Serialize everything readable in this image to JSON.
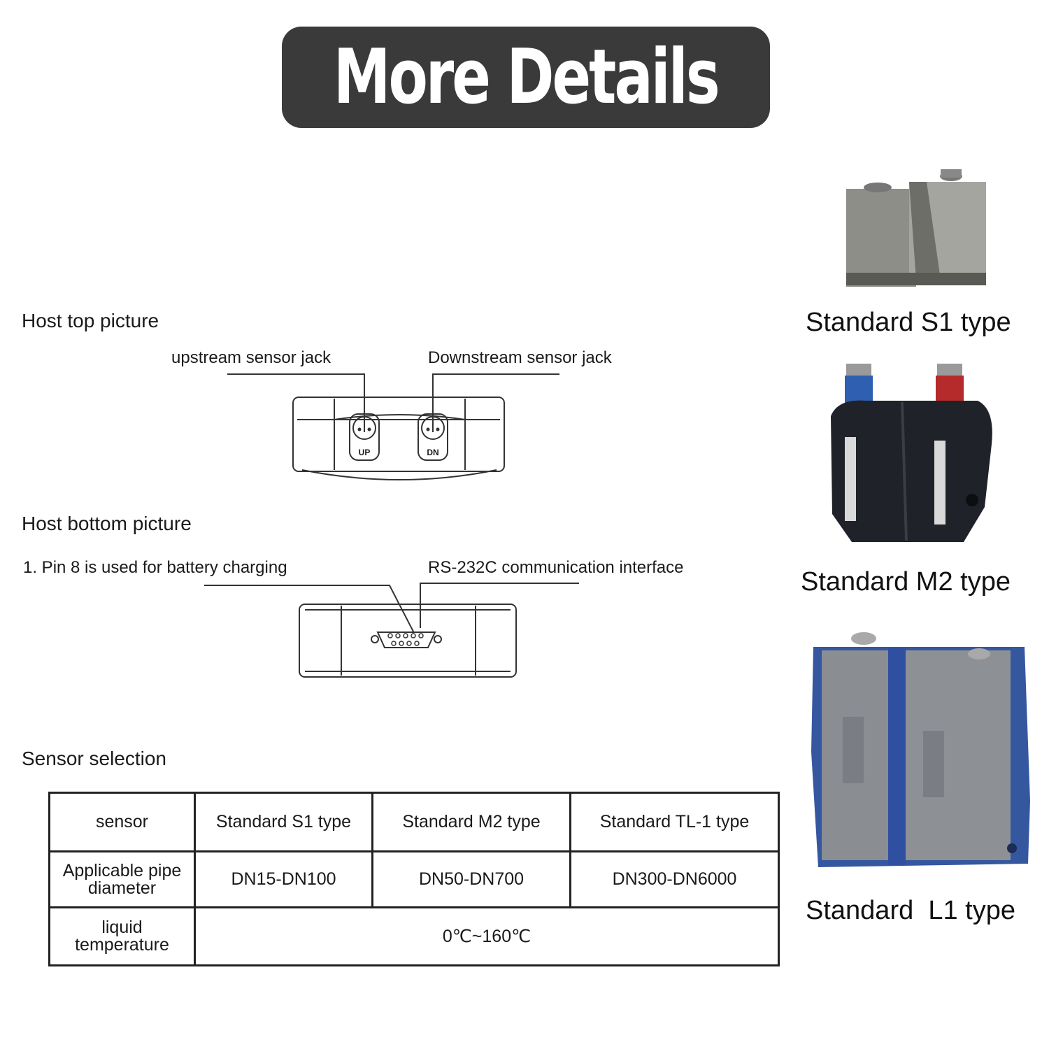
{
  "page": {
    "title": "More Details"
  },
  "host_top": {
    "heading": "Host top picture",
    "upstream_label": "upstream sensor jack",
    "downstream_label": "Downstream sensor jack",
    "up_port": "UP",
    "dn_port": "DN"
  },
  "host_bottom": {
    "heading": "Host bottom picture",
    "pin_label": "1. Pin 8 is used for battery charging",
    "rs232_label": "RS-232C communication interface"
  },
  "sensor_selection": {
    "heading": "Sensor selection",
    "table": {
      "header": [
        "sensor",
        "Standard S1 type",
        "Standard M2 type",
        "Standard TL-1 type"
      ],
      "rows": [
        {
          "label_lines": [
            "Applicable pipe",
            "diameter"
          ],
          "values": [
            "DN15-DN100",
            "DN50-DN700",
            "DN300-DN6000"
          ]
        },
        {
          "label_lines": [
            "liquid",
            "temperature"
          ],
          "value": "0℃~160℃"
        }
      ]
    }
  },
  "sensors": [
    {
      "caption": "Standard S1 type",
      "icon": "s1-sensor-photo",
      "color": "#8a8a85"
    },
    {
      "caption": "Standard M2 type",
      "icon": "m2-sensor-photo",
      "color": "#1e2128"
    },
    {
      "caption": "Standard  L1 type",
      "icon": "l1-sensor-photo",
      "color": "#3b5fb0"
    }
  ]
}
